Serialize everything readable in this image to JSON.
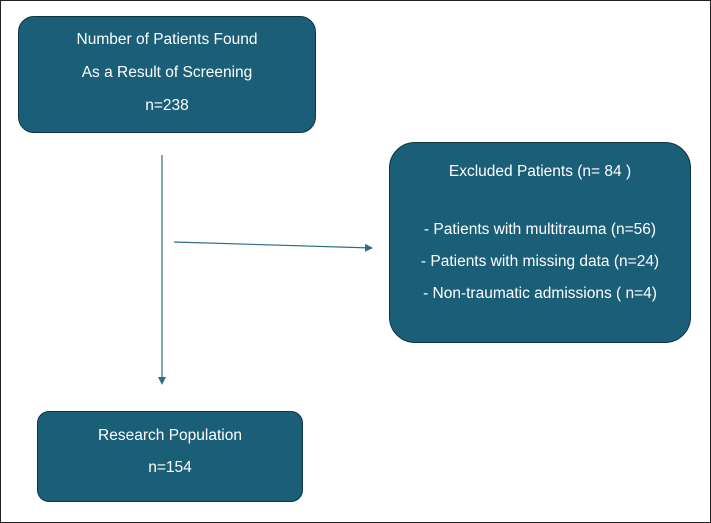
{
  "colors": {
    "box_fill": "#1b5e78",
    "box_border": "#0e3546",
    "arrow": "#2a6d86",
    "text": "#ffffff"
  },
  "screened": {
    "line1": "Number of Patients Found",
    "line2": "As a Result of Screening",
    "count": "n=238"
  },
  "excluded": {
    "title": "Excluded Patients (n= 84 )",
    "items": [
      "- Patients with multitrauma (n=56)",
      "- Patients with missing data (n=24)",
      "- Non-traumatic admissions ( n=4)"
    ]
  },
  "research": {
    "title": "Research Population",
    "count": "n=154"
  }
}
